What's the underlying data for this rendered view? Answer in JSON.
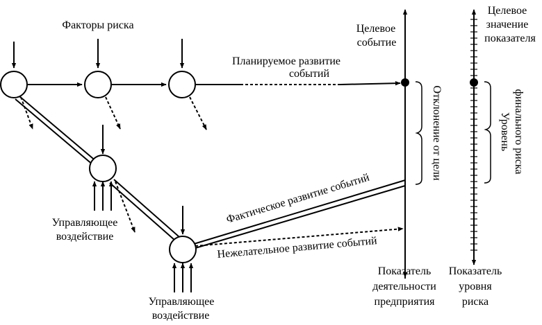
{
  "labels": {
    "risk_factors": "Факторы риска",
    "planned_line1": "Планируемое развитие",
    "planned_line2": "событий",
    "target_event_line1": "Целевое",
    "target_event_line2": "событие",
    "target_value_line1": "Целевое",
    "target_value_line2": "значение",
    "target_value_line3": "показателя",
    "deviation": "Отклонение от цели",
    "final_risk_line1": "Уровень",
    "final_risk_line2": "финального риска",
    "actual": "Фактическое развитие событий",
    "undesired": "Нежелательное развитие событий",
    "control1_line1": "Управляющее",
    "control1_line2": "воздействие",
    "control2_line1": "Управляющее",
    "control2_line2": "воздействие",
    "indicator_line1": "Показатель",
    "indicator_line2": "деятельности",
    "indicator_line3": "предприятия",
    "risk_level_line1": "Показатель",
    "risk_level_line2": "уровня",
    "risk_level_line3": "риска"
  }
}
